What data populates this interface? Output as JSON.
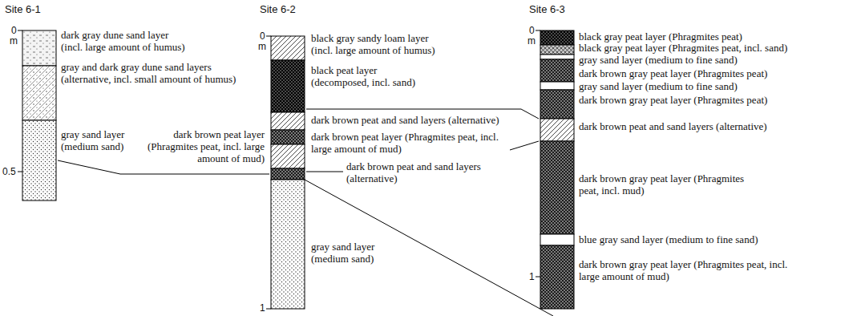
{
  "diagram": {
    "labels": [
      "Site 6-1",
      "0",
      "m",
      "0.5",
      "dark gray dune sand layer (incl. large amount of humus)",
      "gray and dark gray dune sand layers (alternative, incl. small amount of humus)",
      "gray sand layer (medium sand)",
      "Site 6-2",
      "0",
      "m",
      "1",
      "black gray sandy loam layer (incl. large amount of humus)",
      "black peat layer (decomposed, incl. sand)",
      "dark brown peat and sand layers (alternative)",
      "dark brown peat layer (Phragmites peat, incl. large amount of mud)",
      "dark brown peat layer (Phragmites peat, incl. large amount of mud)",
      "dark brown peat and sand layers (alternative)",
      "gray sand layer (medium sand)",
      "Site 6-3",
      "0",
      "m",
      "1",
      "black gray peat layer (Phragmites peat)",
      "black gray peat layer (Phragmites peat, incl. sand)",
      "gray sand layer (medium to fine sand)",
      "dark brown gray peat layer (Phragmites peat)",
      "gray sand layer (medium to fine sand)",
      "dark brown gray peat layer (Phragmites peat)",
      "dark brown peat and sand layers (alternative)",
      "dark brown gray peat layer (Phragmites peat, incl. mud)",
      "blue gray sand layer (medium to fine sand)",
      "dark brown gray peat layer (Phragmites peat, incl. large amount of mud)"
    ]
  }
}
